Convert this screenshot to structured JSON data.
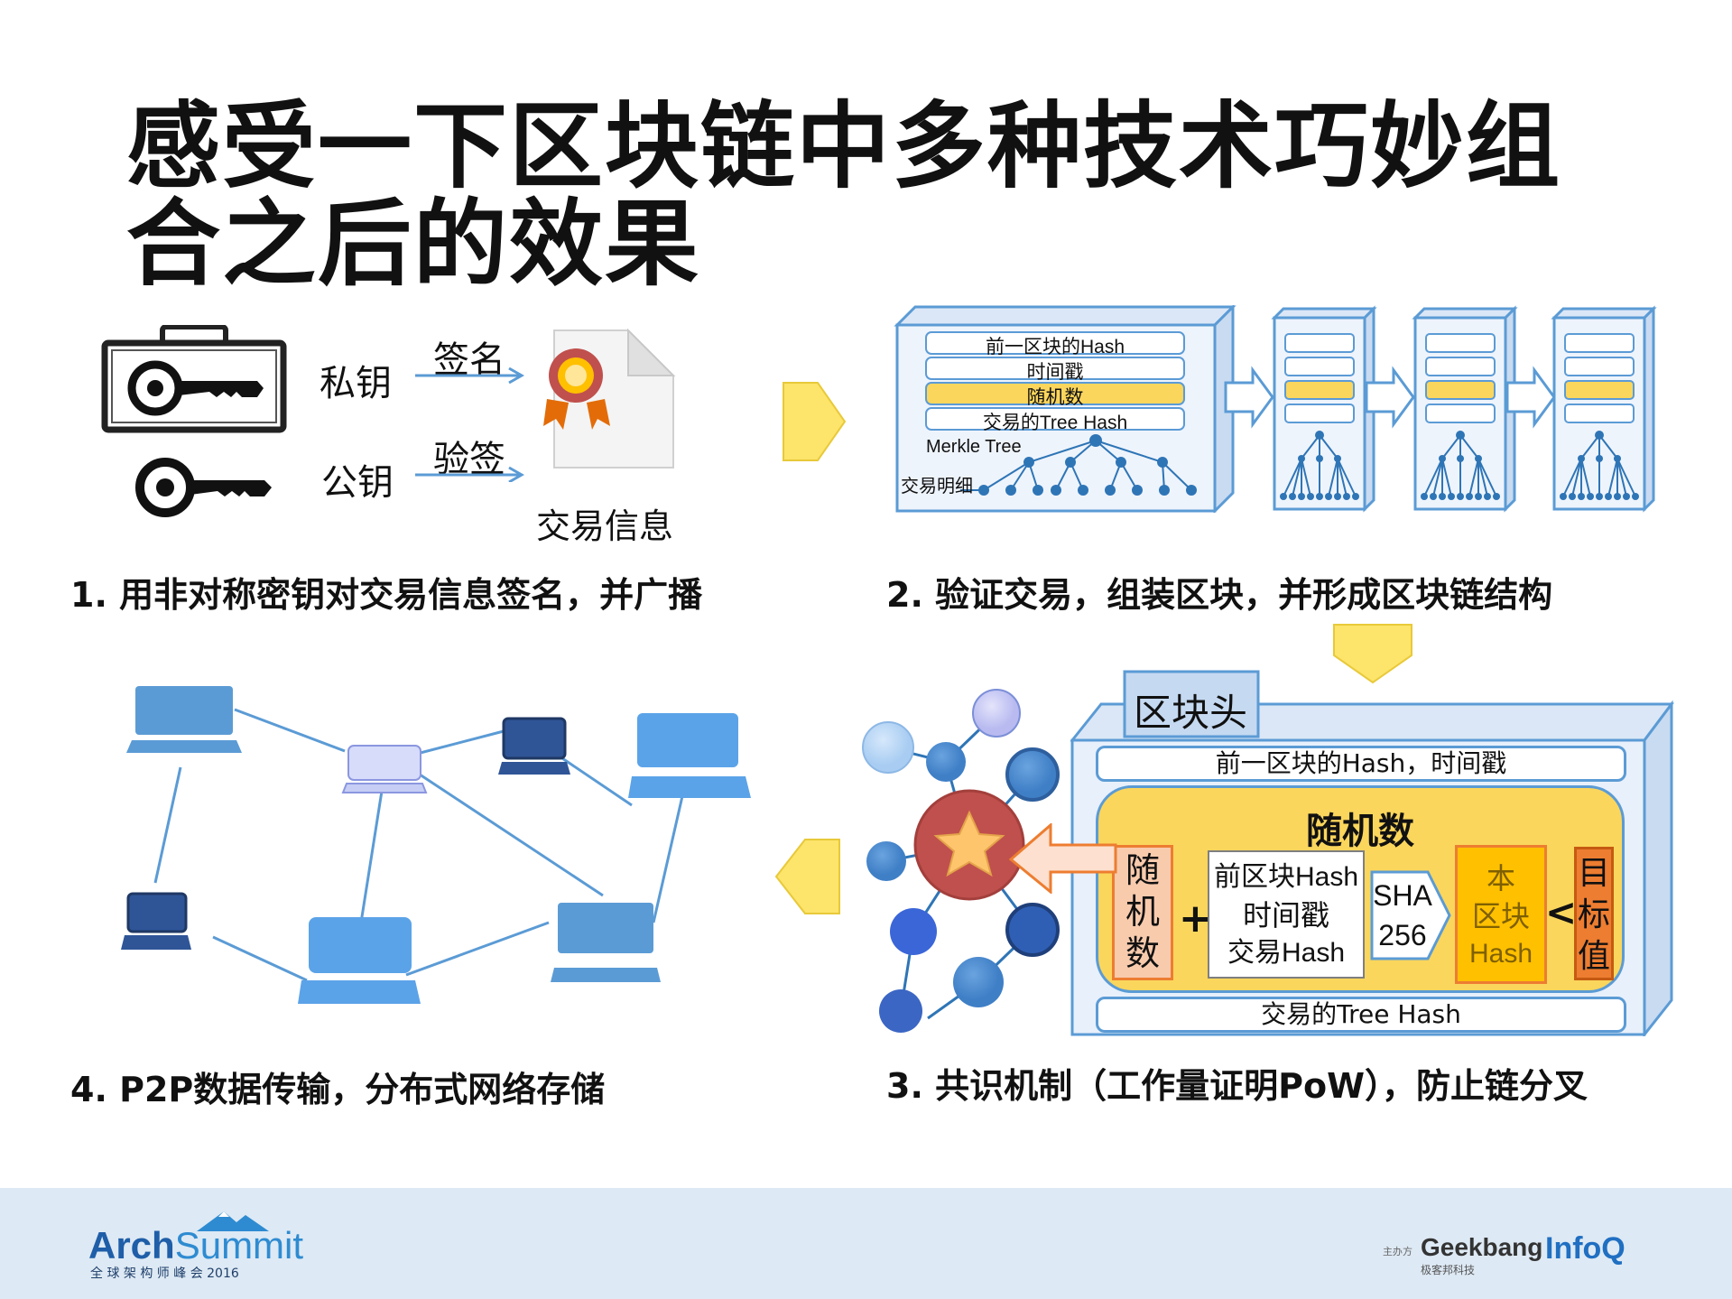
{
  "title": "感受一下区块链中多种技术巧妙组合之后的效果",
  "step1": {
    "caption": "1. 用非对称密钥对交易信息签名，并广播",
    "private_key": "私钥",
    "sign": "签名",
    "public_key": "公钥",
    "verify": "验签",
    "tx_info": "交易信息"
  },
  "step2": {
    "caption": "2. 验证交易，组装区块，并形成区块链结构",
    "prev_hash": "前一区块的Hash",
    "timestamp": "时间戳",
    "nonce": "随机数",
    "tree_hash": "交易的Tree Hash",
    "merkle_tree": "Merkle Tree",
    "tx_detail": "交易明细"
  },
  "step3": {
    "caption": "3. 共识机制（工作量证明PoW），防止链分叉",
    "block_header": "区块头",
    "prev_hash_time": "前一区块的Hash，时间戳",
    "nonce_title": "随机数",
    "nonce_chars": "随机数",
    "inputs": [
      "前区块Hash",
      "时间戳",
      "交易Hash"
    ],
    "plus": "+",
    "sha": [
      "SHA",
      "256"
    ],
    "this_block_hash": [
      "本",
      "区块",
      "Hash"
    ],
    "less_than": "<",
    "target_chars": "目标值",
    "tree_hash": "交易的Tree Hash"
  },
  "step4": {
    "caption": "4. P2P数据传输，分布式网络存储"
  },
  "footer": {
    "logo_arch": "Arch",
    "logo_summit": "Summit",
    "logo_sub": "全 球 架 构 师 峰 会 2016",
    "host_label": "主办方",
    "geekbang": "Geekbang",
    "geekbang_sub": "极客邦科技",
    "infoq": "InfoQ"
  },
  "colors": {
    "arrow_yellow": "#fde46a",
    "nonce_gold": "#fbd65c",
    "block_blue": "#e8f0fb",
    "block_border": "#5b9bd5",
    "hash_orange": "#ffc000",
    "target_orange": "#ed7d31",
    "nonce_peach": "#f8cbad",
    "star_red": "#c0504d",
    "footer_bg": "#dde9f4"
  }
}
